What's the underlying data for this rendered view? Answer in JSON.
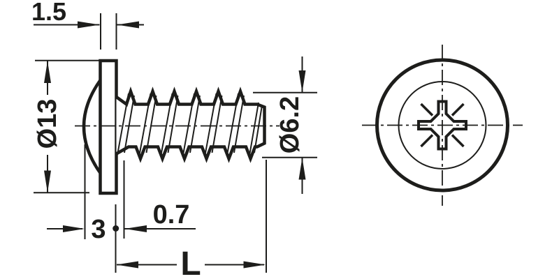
{
  "drawing": {
    "colors": {
      "line": "#1d1d1b",
      "background": "#ffffff"
    },
    "views": {
      "side": {
        "name": "screw-side-elevation",
        "dimensions": {
          "head_thickness": "1.5",
          "head_diameter": "Ø13",
          "thread_diameter": "Ø6.2",
          "head_height": "3",
          "neck_length": "0.7",
          "length": "L"
        }
      },
      "front": {
        "name": "screw-head-front-view",
        "features": [
          "head-outline-circle",
          "head-dome-circle",
          "pozidriv-recess",
          "centerlines"
        ]
      }
    }
  }
}
